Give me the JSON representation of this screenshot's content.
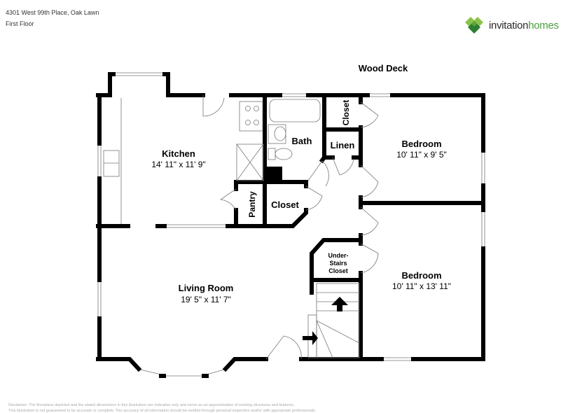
{
  "header": {
    "address": "4301 West 99th Place, Oak Lawn",
    "floor": "First Floor"
  },
  "logo": {
    "brand_part1": "invitation",
    "brand_part2": "homes",
    "colors": {
      "dark_green": "#2e7d32",
      "light_green": "#8bc34a",
      "text": "#2b2b2b"
    }
  },
  "exterior": {
    "wood_deck": "Wood Deck"
  },
  "rooms": {
    "kitchen": {
      "name": "Kitchen",
      "size": "14' 11\" x 11' 9\""
    },
    "bath": {
      "name": "Bath"
    },
    "closet_top": {
      "name": "Closet"
    },
    "linen": {
      "name": "Linen"
    },
    "bedroom1": {
      "name": "Bedroom",
      "size": "10' 11\" x 9' 5\""
    },
    "pantry": {
      "name": "Pantry"
    },
    "closet_mid": {
      "name": "Closet"
    },
    "under_stairs": {
      "line1": "Under-",
      "line2": "Stairs",
      "line3": "Closet"
    },
    "living": {
      "name": "Living Room",
      "size": "19' 5\" x 11' 7\""
    },
    "bedroom2": {
      "name": "Bedroom",
      "size": "10' 11\" x 13' 11\""
    }
  },
  "disclaimer": {
    "line1": "Disclaimer: The floorplans depicted and the stated dimensions in this illustration are indicative only and serve as an approximation of existing structures and features.",
    "line2": "This illustration is not guaranteed to be accurate or complete. The accuracy of all information should be verified through personal inspection and/or with appropriate professionals."
  }
}
